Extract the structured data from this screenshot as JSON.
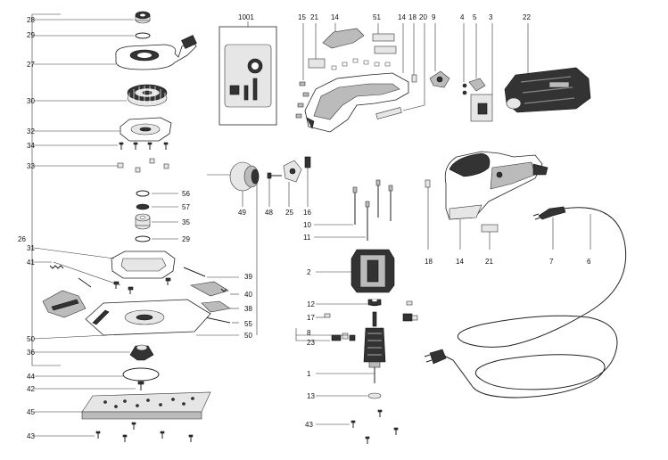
{
  "labels": {
    "p28": "28",
    "p29a": "29",
    "p27": "27",
    "p30": "30",
    "p32": "32",
    "p34": "34",
    "p33": "33",
    "p26": "26",
    "p56": "56",
    "p57": "57",
    "p35": "35",
    "p29b": "29",
    "p31": "31",
    "p41": "41",
    "p39": "39",
    "p40": "40",
    "p38": "38",
    "p55": "55",
    "p50a": "50",
    "p50b": "50",
    "p36": "36",
    "p44": "44",
    "p42": "42",
    "p45": "45",
    "p43a": "43",
    "p1001": "1001",
    "p15": "15",
    "p21a": "21",
    "p14a": "14",
    "p51": "51",
    "p14b": "14",
    "p18a": "18",
    "p20": "20",
    "p9": "9",
    "p4": "4",
    "p5": "5",
    "p3": "3",
    "p22": "22",
    "p49": "49",
    "p48": "48",
    "p25": "25",
    "p16": "16",
    "p10": "10",
    "p11": "11",
    "p2": "2",
    "p12": "12",
    "p17": "17",
    "p8": "8",
    "p23": "23",
    "p1": "1",
    "p13": "13",
    "p43b": "43",
    "p18b": "18",
    "p14c": "14",
    "p21b": "21",
    "p7": "7",
    "p6": "6"
  },
  "colors": {
    "line": "#222222",
    "shade": "#bbbbbb",
    "dark": "#333333"
  }
}
